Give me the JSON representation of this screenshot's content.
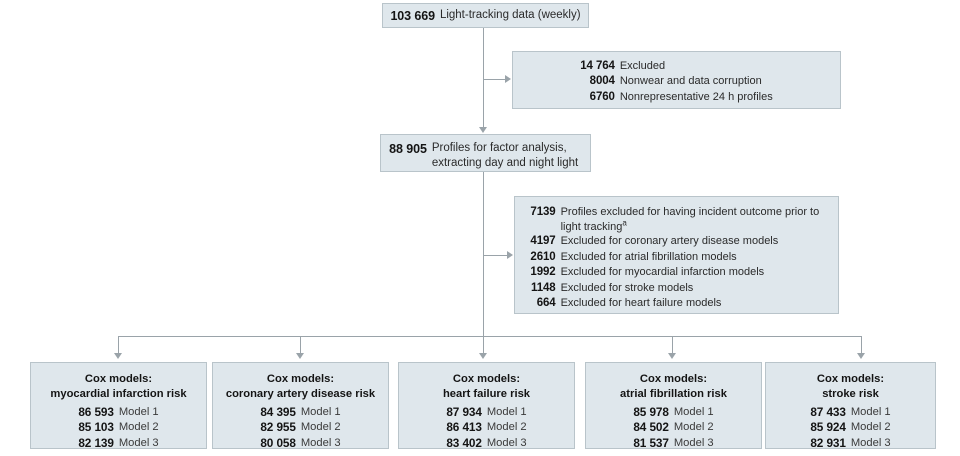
{
  "figure": {
    "type": "flow-diagram",
    "title": "Study flow diagram of light-tracking data and Cox models"
  },
  "nodes": {
    "top": {
      "rows": [
        {
          "num": "103 669",
          "text": "Light-tracking data (weekly)"
        }
      ]
    },
    "excluded1": {
      "rows": [
        {
          "num": "14 764",
          "text": "Excluded"
        },
        {
          "num": "8004",
          "text": "Nonwear and data corruption"
        },
        {
          "num": "6760",
          "text": "Nonrepresentative 24 h profiles"
        }
      ]
    },
    "profiles": {
      "rows": [
        {
          "num": "88 905",
          "text": "Profiles for factor analysis, extracting day and night light"
        }
      ]
    },
    "excluded2": {
      "lead": {
        "num": "7139",
        "text": "Profiles excluded for having incident outcome prior to light tracking",
        "footnote": "a"
      },
      "rows": [
        {
          "num": "4197",
          "text": "Excluded for coronary artery disease models"
        },
        {
          "num": "2610",
          "text": "Excluded for atrial fibrillation models"
        },
        {
          "num": "1992",
          "text": "Excluded for myocardial infarction models"
        },
        {
          "num": "1148",
          "text": "Excluded for stroke models"
        },
        {
          "num": "664",
          "text": "Excluded for heart failure models"
        }
      ]
    },
    "models": [
      {
        "title_line1": "Cox models:",
        "title_line2": "myocardial infarction risk",
        "rows": [
          {
            "num": "86 593",
            "text": "Model 1"
          },
          {
            "num": "85 103",
            "text": "Model 2"
          },
          {
            "num": "82 139",
            "text": "Model 3"
          }
        ]
      },
      {
        "title_line1": "Cox models:",
        "title_line2": "coronary artery disease risk",
        "rows": [
          {
            "num": "84 395",
            "text": "Model 1"
          },
          {
            "num": "82 955",
            "text": "Model 2"
          },
          {
            "num": "80 058",
            "text": "Model 3"
          }
        ]
      },
      {
        "title_line1": "Cox models:",
        "title_line2": "heart failure risk",
        "rows": [
          {
            "num": "87 934",
            "text": "Model 1"
          },
          {
            "num": "86 413",
            "text": "Model 2"
          },
          {
            "num": "83 402",
            "text": "Model 3"
          }
        ]
      },
      {
        "title_line1": "Cox models:",
        "title_line2": "atrial fibrillation risk",
        "rows": [
          {
            "num": "85 978",
            "text": "Model 1"
          },
          {
            "num": "84 502",
            "text": "Model 2"
          },
          {
            "num": "81 537",
            "text": "Model 3"
          }
        ]
      },
      {
        "title_line1": "Cox models:",
        "title_line2": "stroke risk",
        "rows": [
          {
            "num": "87 433",
            "text": "Model 1"
          },
          {
            "num": "85 924",
            "text": "Model 2"
          },
          {
            "num": "82 931",
            "text": "Model 3"
          }
        ]
      }
    ]
  },
  "colors": {
    "box_fill": "#dfe7ec",
    "box_border": "#b9c4ca",
    "connector": "#9aa3a9",
    "text": "#1c1c1c",
    "background": "#ffffff"
  }
}
